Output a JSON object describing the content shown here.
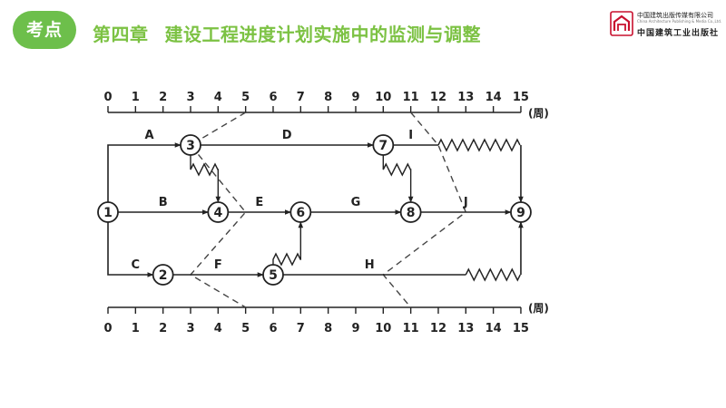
{
  "header": {
    "badge": "考点",
    "chapter": "第四章",
    "title": "建设工程进度计划实施中的监测与调整",
    "brand_color": "#6dbf4b"
  },
  "publisher": {
    "name_line1": "中国建筑出版传媒有限公司",
    "name_sub": "China Architecture Publishing & Media Co.,Ltd.",
    "name_line2": "中国建筑工业出版社"
  },
  "diagram": {
    "type": "time-scaled network",
    "scale_ticks": [
      "0",
      "1",
      "2",
      "3",
      "4",
      "5",
      "6",
      "7",
      "8",
      "9",
      "10",
      "11",
      "12",
      "13",
      "14",
      "15"
    ],
    "unit_label": "(周)",
    "nodes": [
      {
        "id": "1",
        "week": 0,
        "row": 1
      },
      {
        "id": "2",
        "week": 2,
        "row": 2
      },
      {
        "id": "3",
        "week": 3,
        "row": 0
      },
      {
        "id": "4",
        "week": 4,
        "row": 1
      },
      {
        "id": "5",
        "week": 6,
        "row": 2
      },
      {
        "id": "6",
        "week": 7,
        "row": 1
      },
      {
        "id": "7",
        "week": 10,
        "row": 0
      },
      {
        "id": "8",
        "week": 11,
        "row": 1
      },
      {
        "id": "9",
        "week": 15,
        "row": 1
      }
    ],
    "activities": [
      {
        "label": "A",
        "from": "1",
        "to": "3",
        "start": 0,
        "end": 3
      },
      {
        "label": "B",
        "from": "1",
        "to": "4",
        "start": 0,
        "end": 4
      },
      {
        "label": "C",
        "from": "1",
        "to": "2",
        "start": 0,
        "end": 2
      },
      {
        "label": "D",
        "from": "3",
        "to": "7",
        "start": 3,
        "end": 10
      },
      {
        "label": "E",
        "from": "4",
        "to": "6",
        "start": 4,
        "end": 7
      },
      {
        "label": "F",
        "from": "2",
        "to": "5",
        "start": 2,
        "end": 6
      },
      {
        "label": "G",
        "from": "6",
        "to": "8",
        "start": 7,
        "end": 11
      },
      {
        "label": "H",
        "from": "5",
        "to": "9",
        "start": 6,
        "end": 13
      },
      {
        "label": "I",
        "from": "7",
        "to": "9",
        "start": 10,
        "end": 12
      },
      {
        "label": "J",
        "from": "8",
        "to": "9",
        "start": 11,
        "end": 15
      }
    ],
    "free_float": [
      {
        "from": "7",
        "to": "9",
        "start": 12,
        "end": 15
      },
      {
        "from": "5",
        "to": "9",
        "start": 13,
        "end": 15
      }
    ],
    "dummy_links": [
      {
        "from": "3",
        "to": "4"
      },
      {
        "from": "5",
        "to": "6"
      },
      {
        "from": "7",
        "to": "8"
      }
    ],
    "check_lines": [
      {
        "points": [
          [
            5,
            "top"
          ],
          [
            3,
            0
          ],
          [
            5,
            1
          ],
          [
            3,
            2
          ],
          [
            5,
            "bottom"
          ]
        ]
      },
      {
        "points": [
          [
            11,
            "top"
          ],
          [
            12,
            0
          ],
          [
            13,
            1
          ],
          [
            10,
            2
          ],
          [
            11,
            "bottom"
          ]
        ]
      }
    ],
    "colors": {
      "line": "#222222",
      "node_fill": "#ffffff"
    }
  }
}
